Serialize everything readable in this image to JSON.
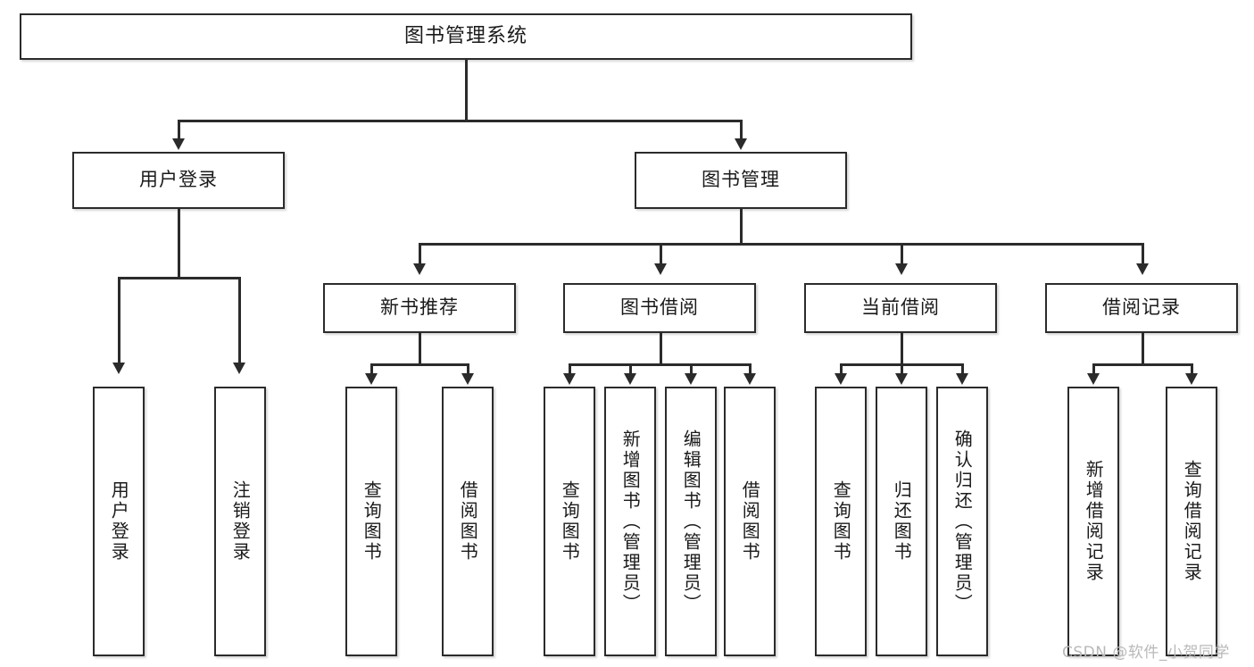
{
  "diagram": {
    "title": "图书管理系统",
    "type": "功能结构图",
    "watermark": "CSDN @软件_小贺同学"
  },
  "root": {
    "label": "图书管理系统"
  },
  "level2": [
    {
      "id": "user-login",
      "label": "用户登录"
    },
    {
      "id": "book-manage",
      "label": "图书管理"
    }
  ],
  "level3": [
    {
      "id": "new-book-recommend",
      "label": "新书推荐"
    },
    {
      "id": "book-borrow",
      "label": "图书借阅"
    },
    {
      "id": "current-borrow",
      "label": "当前借阅"
    },
    {
      "id": "borrow-record",
      "label": "借阅记录"
    }
  ],
  "leaves": {
    "user_login": [
      {
        "id": "leaf-user-login",
        "label": "用户登录"
      },
      {
        "id": "leaf-user-logout",
        "label": "注销登录"
      }
    ],
    "new_book_recommend": [
      {
        "id": "leaf-query-book-1",
        "label": "查询图书"
      },
      {
        "id": "leaf-borrow-book-1",
        "label": "借阅图书"
      }
    ],
    "book_borrow": [
      {
        "id": "leaf-query-book-2",
        "label": "查询图书"
      },
      {
        "id": "leaf-add-book",
        "label": "新增图书（管理员）"
      },
      {
        "id": "leaf-edit-book",
        "label": "编辑图书（管理员）"
      },
      {
        "id": "leaf-borrow-book-2",
        "label": "借阅图书"
      }
    ],
    "current_borrow": [
      {
        "id": "leaf-query-book-3",
        "label": "查询图书"
      },
      {
        "id": "leaf-return-book",
        "label": "归还图书"
      },
      {
        "id": "leaf-confirm-return",
        "label": "确认归还（管理员）"
      }
    ],
    "borrow_record": [
      {
        "id": "leaf-add-record",
        "label": "新增借阅记录"
      },
      {
        "id": "leaf-query-record",
        "label": "查询借阅记录"
      }
    ]
  },
  "colors": {
    "stroke": "#2b2b2b",
    "fill": "#ffffff",
    "text": "#1a1a1a",
    "watermark": "#b9b9b9"
  }
}
